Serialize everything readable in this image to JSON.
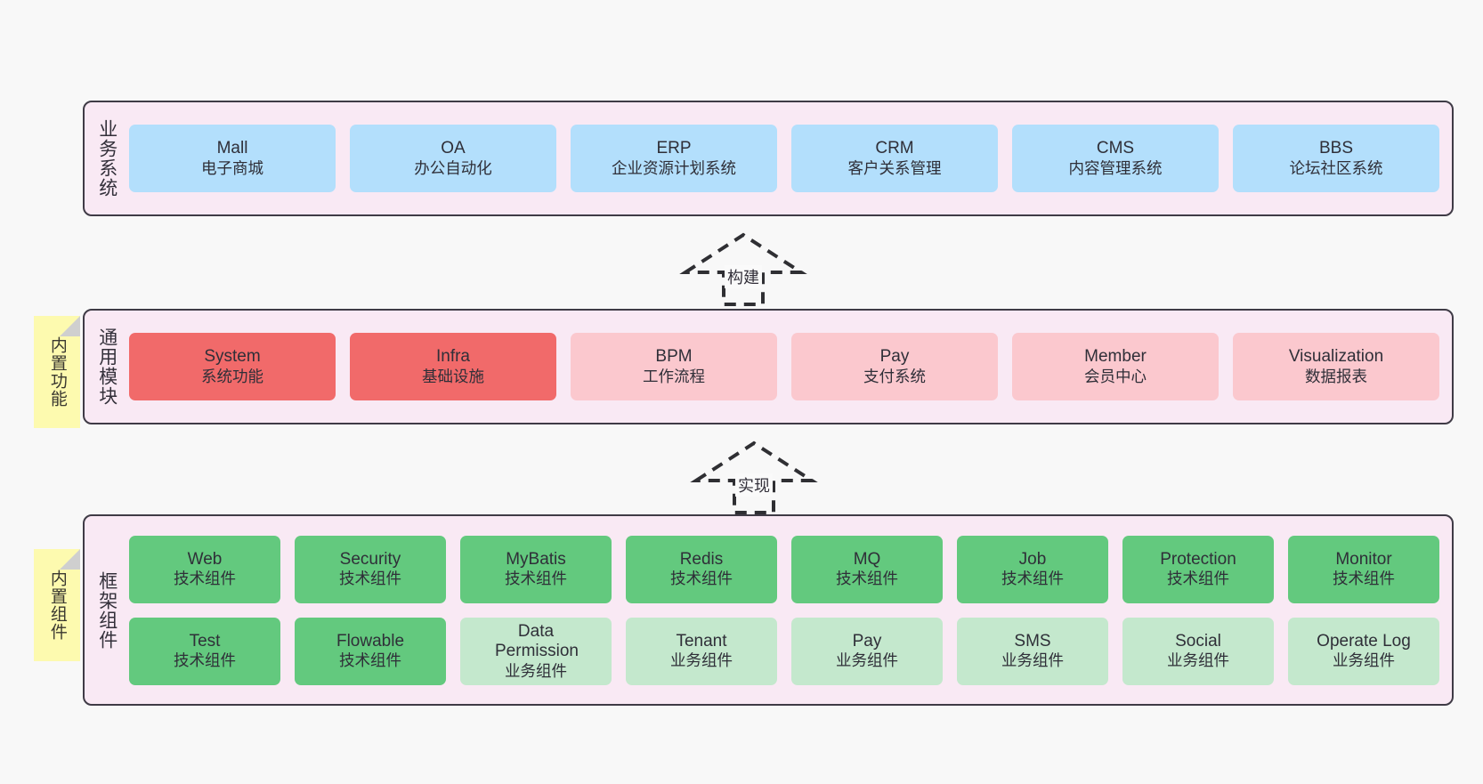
{
  "diagram": {
    "background_color": "#f8f8f8",
    "layer_fill": "#f9e9f4",
    "layer_border": "#3f3b46",
    "sticky_color": "#fdfaaf"
  },
  "layers": [
    {
      "id": "business-systems",
      "title": "业务系统",
      "sticky": null,
      "rows": [
        {
          "nodes": [
            {
              "title": "Mall",
              "sub": "电子商城",
              "color": "#b3dffc",
              "tone": "blue"
            },
            {
              "title": "OA",
              "sub": "办公自动化",
              "color": "#b3dffc",
              "tone": "blue"
            },
            {
              "title": "ERP",
              "sub": "企业资源计划系统",
              "color": "#b3dffc",
              "tone": "blue"
            },
            {
              "title": "CRM",
              "sub": "客户关系管理",
              "color": "#b3dffc",
              "tone": "blue"
            },
            {
              "title": "CMS",
              "sub": "内容管理系统",
              "color": "#b3dffc",
              "tone": "blue"
            },
            {
              "title": "BBS",
              "sub": "论坛社区系统",
              "color": "#b3dffc",
              "tone": "blue"
            }
          ]
        }
      ]
    },
    {
      "id": "common-modules",
      "title": "通用模块",
      "sticky": "内置功能",
      "rows": [
        {
          "nodes": [
            {
              "title": "System",
              "sub": "系统功能",
              "color": "#f16a6a",
              "tone": "red"
            },
            {
              "title": "Infra",
              "sub": "基础设施",
              "color": "#f16a6a",
              "tone": "red"
            },
            {
              "title": "BPM",
              "sub": "工作流程",
              "color": "#fbc8ce",
              "tone": "pink"
            },
            {
              "title": "Pay",
              "sub": "支付系统",
              "color": "#fbc8ce",
              "tone": "pink"
            },
            {
              "title": "Member",
              "sub": "会员中心",
              "color": "#fbc8ce",
              "tone": "pink"
            },
            {
              "title": "Visualization",
              "sub": "数据报表",
              "color": "#fbc8ce",
              "tone": "pink"
            }
          ]
        }
      ]
    },
    {
      "id": "framework-components",
      "title": "框架组件",
      "sticky": "内置组件",
      "rows": [
        {
          "nodes": [
            {
              "title": "Web",
              "sub": "技术组件",
              "color": "#63c97e",
              "tone": "green"
            },
            {
              "title": "Security",
              "sub": "技术组件",
              "color": "#63c97e",
              "tone": "green"
            },
            {
              "title": "MyBatis",
              "sub": "技术组件",
              "color": "#63c97e",
              "tone": "green"
            },
            {
              "title": "Redis",
              "sub": "技术组件",
              "color": "#63c97e",
              "tone": "green"
            },
            {
              "title": "MQ",
              "sub": "技术组件",
              "color": "#63c97e",
              "tone": "green"
            },
            {
              "title": "Job",
              "sub": "技术组件",
              "color": "#63c97e",
              "tone": "green"
            },
            {
              "title": "Protection",
              "sub": "技术组件",
              "color": "#63c97e",
              "tone": "green"
            },
            {
              "title": "Monitor",
              "sub": "技术组件",
              "color": "#63c97e",
              "tone": "green"
            }
          ]
        },
        {
          "nodes": [
            {
              "title": "Test",
              "sub": "技术组件",
              "color": "#63c97e",
              "tone": "green"
            },
            {
              "title": "Flowable",
              "sub": "技术组件",
              "color": "#63c97e",
              "tone": "green"
            },
            {
              "title": "Data Permission",
              "sub": "业务组件",
              "color": "#c4e8cd",
              "tone": "lightgreen"
            },
            {
              "title": "Tenant",
              "sub": "业务组件",
              "color": "#c4e8cd",
              "tone": "lightgreen"
            },
            {
              "title": "Pay",
              "sub": "业务组件",
              "color": "#c4e8cd",
              "tone": "lightgreen"
            },
            {
              "title": "SMS",
              "sub": "业务组件",
              "color": "#c4e8cd",
              "tone": "lightgreen"
            },
            {
              "title": "Social",
              "sub": "业务组件",
              "color": "#c4e8cd",
              "tone": "lightgreen"
            },
            {
              "title": "Operate Log",
              "sub": "业务组件",
              "color": "#c4e8cd",
              "tone": "lightgreen"
            }
          ]
        }
      ]
    }
  ],
  "connectors": [
    {
      "id": "build",
      "label": "构建",
      "style": "dashed-hollow-arrow",
      "direction": "up"
    },
    {
      "id": "implement",
      "label": "实现",
      "style": "dashed-hollow-arrow",
      "direction": "up"
    }
  ]
}
